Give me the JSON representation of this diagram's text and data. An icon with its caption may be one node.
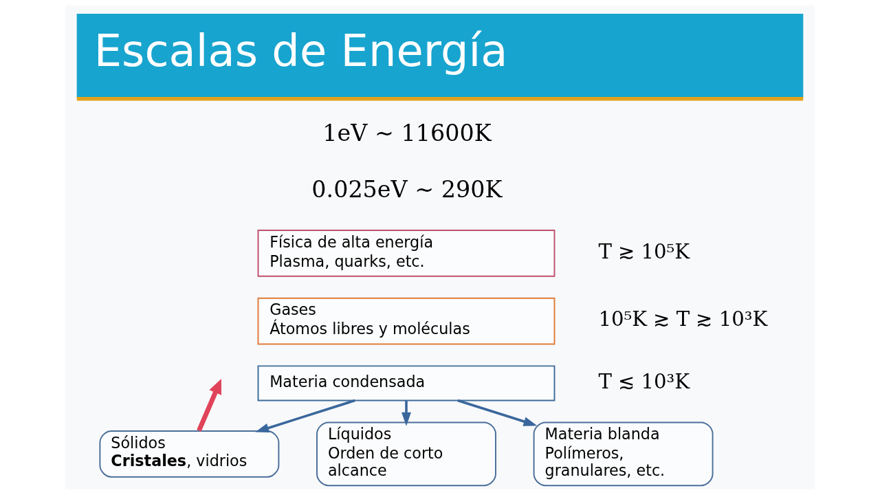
{
  "diagram": {
    "title": "Escalas de Energía",
    "nodes": [
      {
        "text": [
          "Física de alta energía",
          "Plasma, quarks, etc."
        ],
        "beside": [
          "T ≳ 10⁵K"
        ]
      },
      {
        "text": [
          "Gases",
          "Átomos libres y moléculas"
        ],
        "beside": [
          "10⁵K ≳ T ≳ 10³K"
        ]
      },
      {
        "text": [
          "Materia condensada"
        ],
        "beside": [
          "T ≲ 10³K"
        ]
      },
      {
        "text": [
          "Sólidos",
          "**Cristales**, vidrios"
        ]
      },
      {
        "text": [
          "Líquidos",
          "Orden de corto alcance"
        ]
      },
      {
        "text": [
          "Materia blanda",
          "Polímeros, granulares, etc."
        ]
      }
    ],
    "edges": [
      {
        "from": 2,
        "to": 3,
        "arrow": "to"
      },
      {
        "from": 2,
        "to": 4,
        "arrow": "to"
      },
      {
        "from": 2,
        "to": 5,
        "arrow": "to"
      },
      {
        "from": 3,
        "to": null,
        "arrow": "to",
        "style": "thick",
        "color": "#e0445a"
      }
    ],
    "labels": [
      "1eV ∼ 11600K",
      "0.025eV ∼ 290K"
    ]
  }
}
